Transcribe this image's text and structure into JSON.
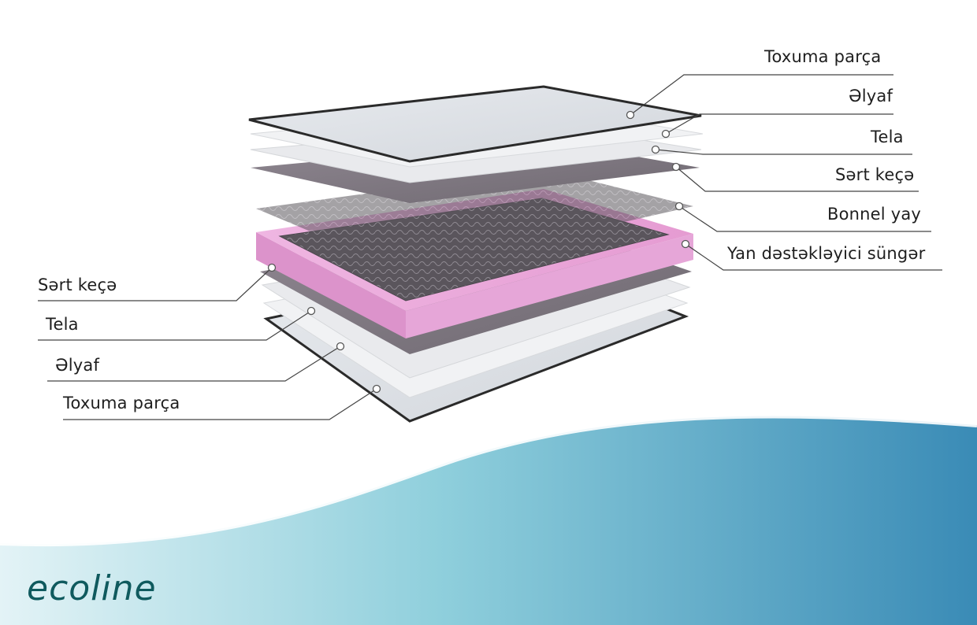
{
  "brand": {
    "logo_text": "ecoline",
    "colors": {
      "logo": "#0f5a5e",
      "wave_light": "#a9dbe3",
      "wave_dark": "#3b8db6",
      "side_foam": "#e8a7d8"
    }
  },
  "labels_right": [
    "Toxuma parça",
    "Əlyaf",
    "Tela",
    "Sərt keçə",
    "Bonnel yay",
    "Yan dəstəkləyici süngər"
  ],
  "labels_left": [
    "Sərt keçə",
    "Tela",
    "Əlyaf",
    "Toxuma parça"
  ]
}
